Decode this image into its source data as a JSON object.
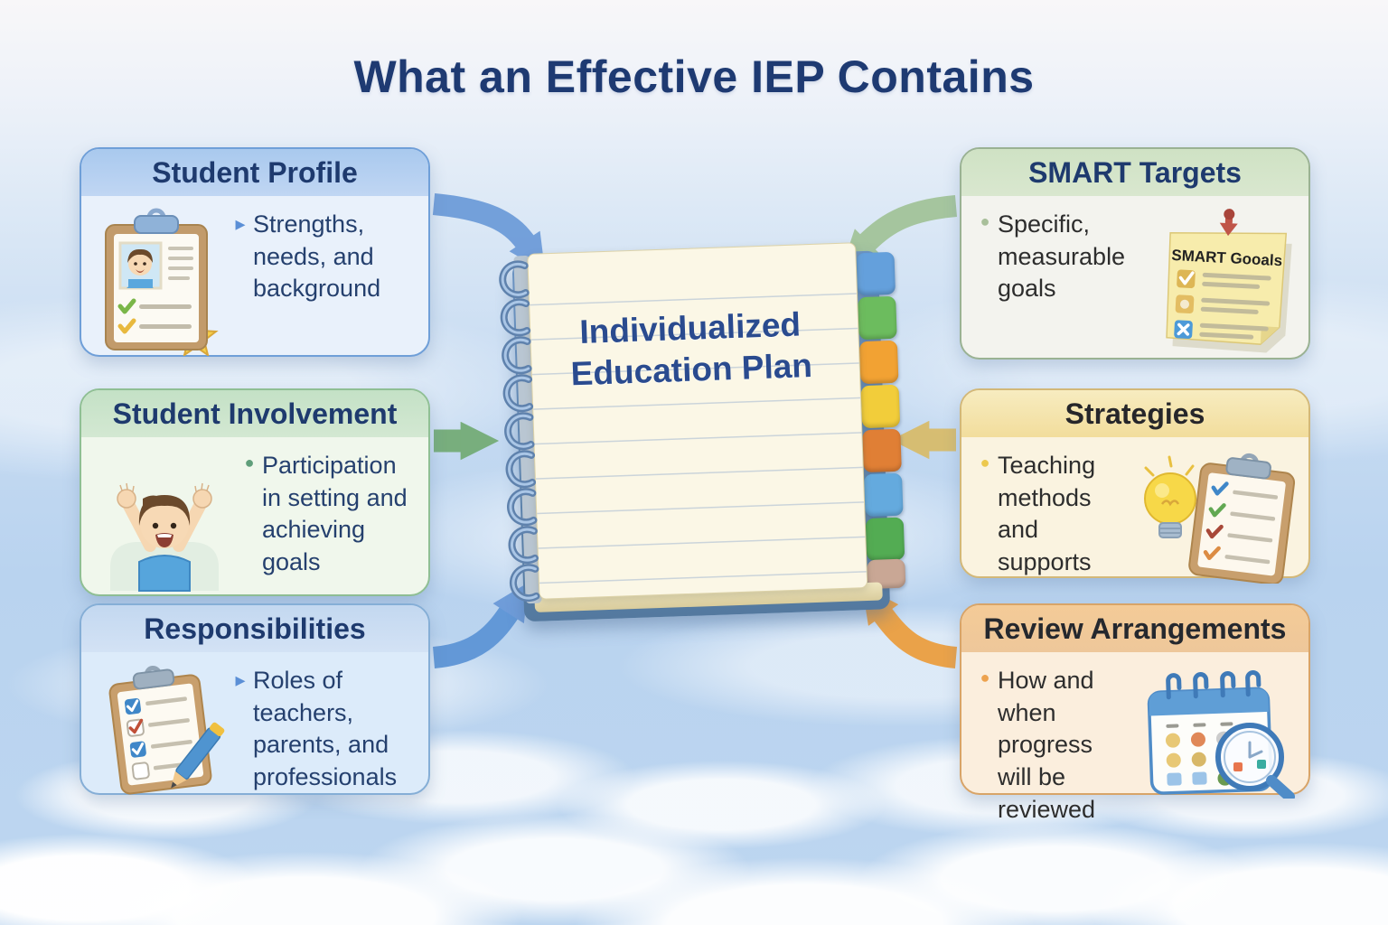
{
  "title": "What an Effective IEP Contains",
  "notebook": {
    "label": "Individualized Education Plan",
    "tab_colors": [
      "#64a0dc",
      "#6cbc5e",
      "#f2a233",
      "#f2cd3a",
      "#e07f35",
      "#64aade",
      "#53ac53",
      "#c9a795"
    ]
  },
  "cards": {
    "student_profile": {
      "title": "Student Profile",
      "bullet": "▸",
      "text": "Strengths,\nneeds, and\nbackground"
    },
    "student_involvement": {
      "title": "Student Involvement",
      "bullet": "●",
      "text": "Participation\nin setting and\nachieving goals"
    },
    "responsibilities": {
      "title": "Responsibilities",
      "bullet": "▸",
      "text": "Roles of teachers,\nparents, and\nprofessionals"
    },
    "smart_targets": {
      "title": "SMART Targets",
      "bullet": "●",
      "text": "Specific,\nmeasurable\ngoals",
      "note_label": "SMART Gooals"
    },
    "strategies": {
      "title": "Strategies",
      "bullet": "●",
      "text": "Teaching\nmethods and\nsupports"
    },
    "review_arrangements": {
      "title": "Review Arrangements",
      "bullet": "●",
      "text": "How and\nwhen progress\nwill be reviewed"
    }
  },
  "colors": {
    "title_text": "#1e3a72",
    "header_navy": "#1e3a6e",
    "arrow_blue": "#6b9ad8",
    "arrow_green": "#74ac77",
    "arrow_sage": "#a3c49a",
    "arrow_gold": "#d8bc6c",
    "arrow_orange": "#eb9f40"
  }
}
